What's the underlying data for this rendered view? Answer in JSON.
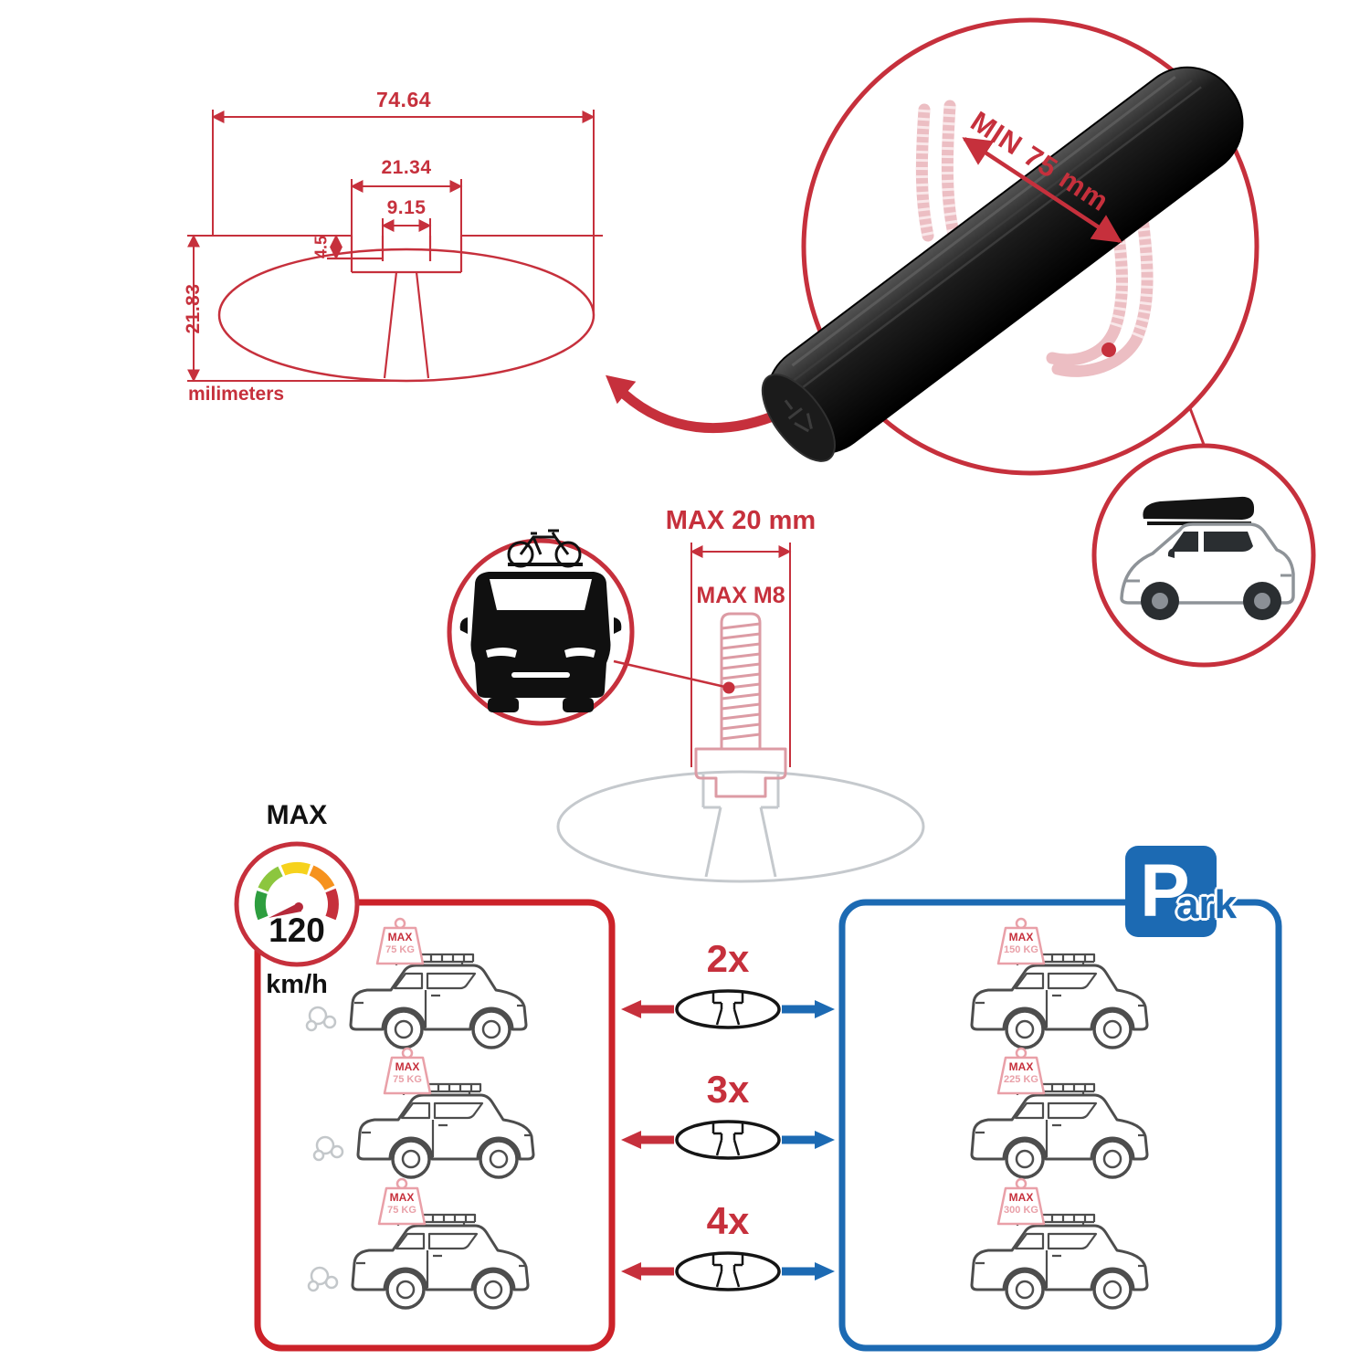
{
  "profile_drawing": {
    "total_width": "74.64",
    "channel_width": "21.34",
    "slot_width": "9.15",
    "lip_depth": "4.5",
    "total_height": "21.83",
    "units_label": "milimeters"
  },
  "crossbar_view": {
    "min_span_label": "MIN 75 mm"
  },
  "bolt_view": {
    "max_width_label": "MAX 20 mm",
    "max_thread_label": "MAX M8"
  },
  "speed_limit": {
    "title": "MAX",
    "value": "120",
    "unit": "km/h"
  },
  "park_sign": {
    "letter": "P",
    "suffix": "ark"
  },
  "bar_options": [
    {
      "count": "2x",
      "driving_load": {
        "label": "MAX",
        "value": "75 KG"
      },
      "parked_load": {
        "label": "MAX",
        "value": "150 KG"
      }
    },
    {
      "count": "3x",
      "driving_load": {
        "label": "MAX",
        "value": "75 KG"
      },
      "parked_load": {
        "label": "MAX",
        "value": "225 KG"
      }
    },
    {
      "count": "4x",
      "driving_load": {
        "label": "MAX",
        "value": "75 KG"
      },
      "parked_load": {
        "label": "MAX",
        "value": "300 KG"
      }
    }
  ],
  "colors": {
    "red": "#c6303c",
    "blue": "#1c6ab3",
    "pink": "#e9a0a8",
    "black": "#000000"
  }
}
